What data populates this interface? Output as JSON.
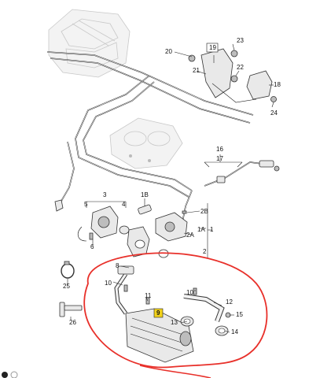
{
  "labels": {
    "l1": "1",
    "l1a": "1A",
    "l1b": "1B",
    "l2a": "2A",
    "l2b": "2B",
    "l3": "3",
    "l4": "4",
    "l5": "5",
    "l6": "6",
    "l8": "8",
    "l9": "9",
    "l10a": "10",
    "l10b": "10",
    "l11": "11",
    "l12": "12",
    "l13": "13",
    "l14": "14",
    "l15": "15",
    "l16": "16",
    "l17": "17",
    "l18": "18",
    "l19": "19",
    "l20": "20",
    "l21": "21",
    "l22": "22",
    "l23": "23",
    "l24": "24",
    "l25": "25",
    "l26": "26"
  },
  "colors": {
    "highlight_box": "#f2d21a",
    "markup_circle": "#e8302a",
    "line_art": "#333333"
  }
}
